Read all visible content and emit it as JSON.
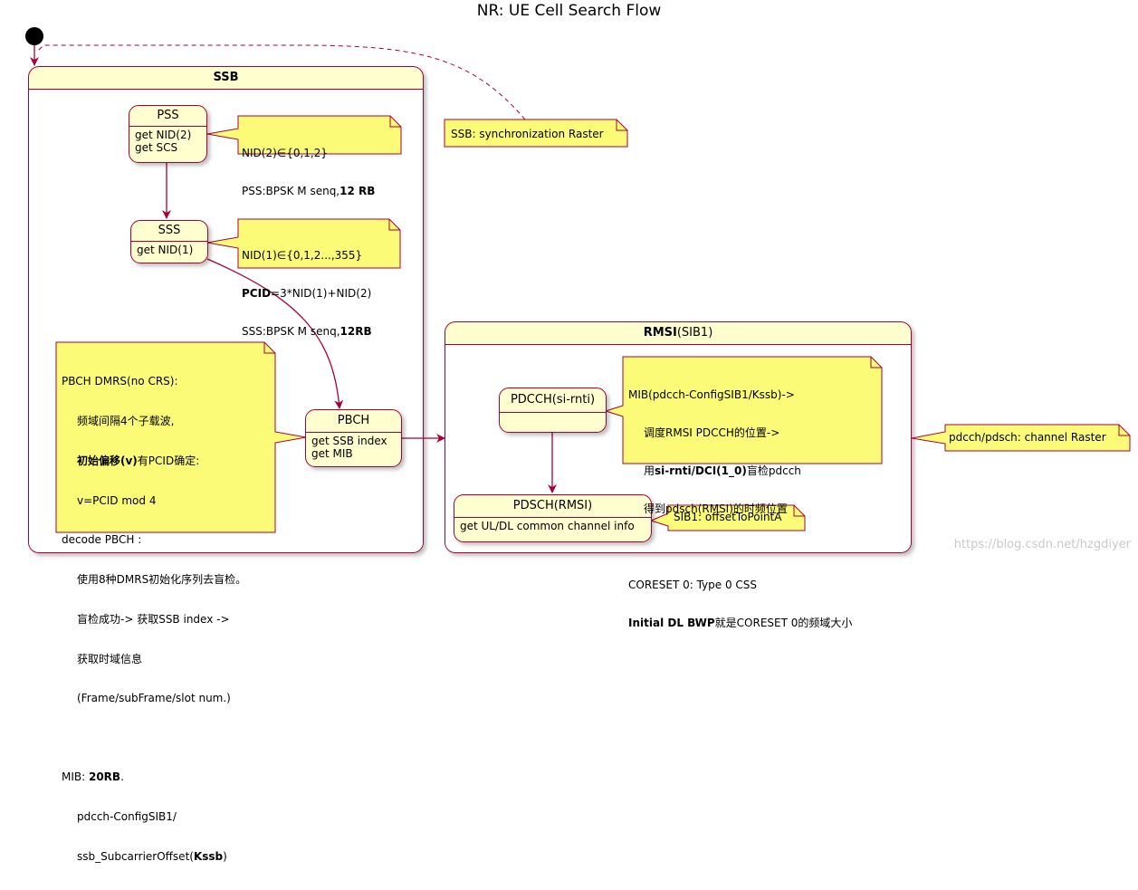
{
  "title": "NR: UE Cell Search Flow",
  "containers": {
    "ssb": {
      "title": "SSB"
    },
    "rmsi": {
      "title_bold": "RMSI",
      "title_rest": "(SIB1)"
    }
  },
  "states": {
    "pss": {
      "name": "PSS",
      "body": "get NID(2)\nget SCS"
    },
    "sss": {
      "name": "SSS",
      "body": "get NID(1)"
    },
    "pbch": {
      "name": "PBCH",
      "body": "get SSB index\nget MIB"
    },
    "pdcch": {
      "name": "PDCCH(si-rnti)"
    },
    "pdsch": {
      "name": "PDSCH(RMSI)",
      "body": "get UL/DL common channel info"
    }
  },
  "notes": {
    "pss": {
      "l1": "NID(2)∈{0,1,2}",
      "l2a": "PSS:BPSK M senq,",
      "l2b": "12 RB"
    },
    "sss": {
      "l1": "NID(1)∈{0,1,2...,355}",
      "l2b": "PCID",
      "l2a": "=3*NID(1)+NID(2)",
      "l3a": "SSS:BPSK M senq,",
      "l3b": "12RB"
    },
    "raster": {
      "text": "SSB: synchronization Raster"
    },
    "pbch": {
      "l1": "PBCH DMRS(no CRS):",
      "l2": "频域间隔4个子载波,",
      "l3b": "初始偏移(v)",
      "l3a": "有PCID确定:",
      "l4": "v=PCID mod 4",
      "l5": "decode PBCH :",
      "l6": "使用8种DMRS初始化序列去盲检。",
      "l7": "盲检成功-> 获取SSB index ->",
      "l8": "获取时域信息",
      "l9": "(Frame/subFrame/slot num.)",
      "l10a": "MIB: ",
      "l10b": "20RB",
      "l10c": ".",
      "l11": "pdcch-ConfigSIB1/",
      "l12a": "ssb_SubcarrierOffset(",
      "l12b": "Kssb",
      "l12c": ")"
    },
    "mib": {
      "l1": "MIB(pdcch-ConfigSIB1/Kssb)->",
      "l2": "调度RMSI PDCCH的位置->",
      "l3a": "用",
      "l3b": "si-rnti/DCI(1_0)",
      "l3c": "盲检pdcch",
      "l4": "得到pdsch(RMSI)的时频位置",
      "l5": "CORESET 0: Type 0 CSS",
      "l6b": "Initial DL BWP",
      "l6a": "就是CORESET 0的频域大小"
    },
    "sib1": {
      "text": "SIB1: offsetToPointA"
    },
    "channel_raster": {
      "text": "pdcch/pdsch: channel Raster"
    }
  },
  "watermark": "https://blog.csdn.net/hzgdiyer",
  "colors": {
    "state_fill": "#FEFECE",
    "border": "#A80036",
    "note_fill": "#FBFB77",
    "arrow": "#A80036"
  }
}
